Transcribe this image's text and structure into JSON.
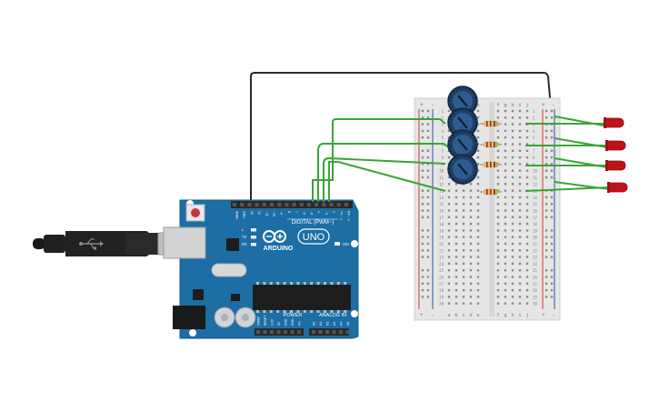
{
  "circuit": {
    "usb_symbol": "usb-icon",
    "arduino": {
      "brand": "ARDUINO",
      "model": "UNO",
      "digital_header": "DIGITAL (PWM~)",
      "power_header": "POWER",
      "analog_header": "ANALOG IN",
      "on_label": "ON",
      "led_labels": [
        "L",
        "TX",
        "RX"
      ],
      "top_pins": [
        "AREF",
        "GND",
        "13",
        "12",
        "~11",
        "~10",
        "~9",
        "8",
        "7",
        "~6",
        "~5",
        "4",
        "~3",
        "2",
        "TX→1",
        "RX←0"
      ],
      "power_pins": [
        "IOREF",
        "RESET",
        "3.3V",
        "5V",
        "GND",
        "GND",
        "Vin"
      ],
      "analog_pins": [
        "A0",
        "A1",
        "A2",
        "A3",
        "A4",
        "A5"
      ]
    },
    "breadboard": {
      "cols_left": [
        "a",
        "b",
        "c",
        "d",
        "e"
      ],
      "cols_right": [
        "f",
        "g",
        "h",
        "i",
        "j"
      ],
      "rows": [
        "1",
        "2",
        "3",
        "4",
        "5",
        "6",
        "7",
        "8",
        "9",
        "10",
        "11",
        "12",
        "13",
        "14",
        "15",
        "16",
        "17",
        "18",
        "19",
        "20",
        "21",
        "22",
        "23",
        "24",
        "25",
        "26",
        "27",
        "28",
        "29",
        "30"
      ],
      "rail_plus": "+",
      "rail_minus": "-"
    },
    "components": {
      "potentiometers": 4,
      "resistors": 4,
      "leds": 4,
      "led_color": "#c0121a",
      "wire_color": "#3aa535",
      "board_color": "#1c6ea4"
    }
  }
}
